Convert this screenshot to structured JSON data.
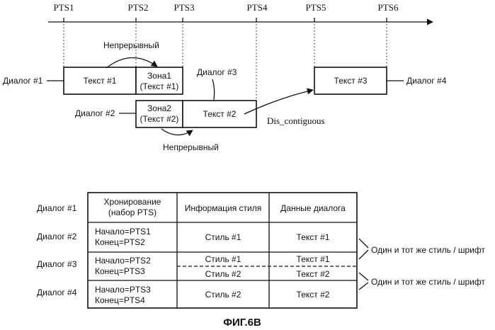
{
  "timeline": {
    "pts": [
      "PTS1",
      "PTS2",
      "PTS3",
      "PTS4",
      "PTS5",
      "PTS6"
    ]
  },
  "diagram": {
    "dialog1": "Диалог #1",
    "dialog2": "Диалог #2",
    "dialog3": "Диалог #3",
    "dialog4": "Диалог #4",
    "text1": "Текст #1",
    "text2": "Текст #2",
    "text3": "Текст #3",
    "zone1_line1": "Зона1",
    "zone1_line2": "(Текст #1)",
    "zone2_line1": "Зона2",
    "zone2_line2": "(Текст #2)",
    "continuous_top": "Непрерывный",
    "continuous_bottom": "Непрерывный",
    "dis_contiguous": "Dis_contiguous"
  },
  "table": {
    "rows_labels": [
      "Диалог #1",
      "Диалог #2",
      "Диалог #3",
      "Диалог #4"
    ],
    "header_timing_1": "Хронирование",
    "header_timing_2": "(набор PTS)",
    "header_style": "Информация стиля",
    "header_data": "Данные диалога",
    "r2_start": "Начало=PTS1",
    "r2_end": "Конец=PTS2",
    "r2_style": "Стиль #1",
    "r2_data": "Текст #1",
    "r3_start": "Начало=PTS2",
    "r3_end": "Конец=PTS3",
    "r3_style_a": "Стиль #1",
    "r3_data_a": "Текст #1",
    "r3_style_b": "Стиль #2",
    "r3_data_b": "Текст #2",
    "r4_start": "Начало=PTS3",
    "r4_end": "Конец=PTS4",
    "r4_style": "Стиль #2",
    "r4_data": "Текст #2",
    "brace_note_1": "Один и тот же стиль / шрифт",
    "brace_note_2": "Один и тот же стиль / шрифт"
  },
  "caption": "ФИГ.6B"
}
